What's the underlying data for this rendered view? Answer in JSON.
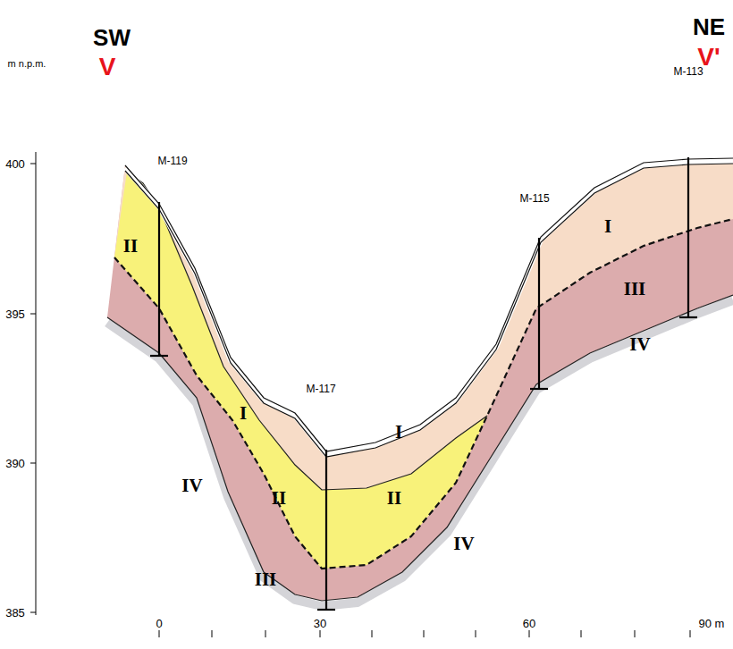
{
  "diagram": {
    "labels": [
      "SW",
      "V",
      "NE",
      "V'",
      "m n.p.m.",
      "M-113",
      "400",
      "M-119",
      "M-115",
      "395",
      "II",
      "I",
      "III",
      "IV",
      "M-117",
      "390",
      "I",
      "II",
      "II",
      "I",
      "IV",
      "IV",
      "III",
      "385",
      "0",
      "30",
      "60",
      "90 m"
    ]
  }
}
